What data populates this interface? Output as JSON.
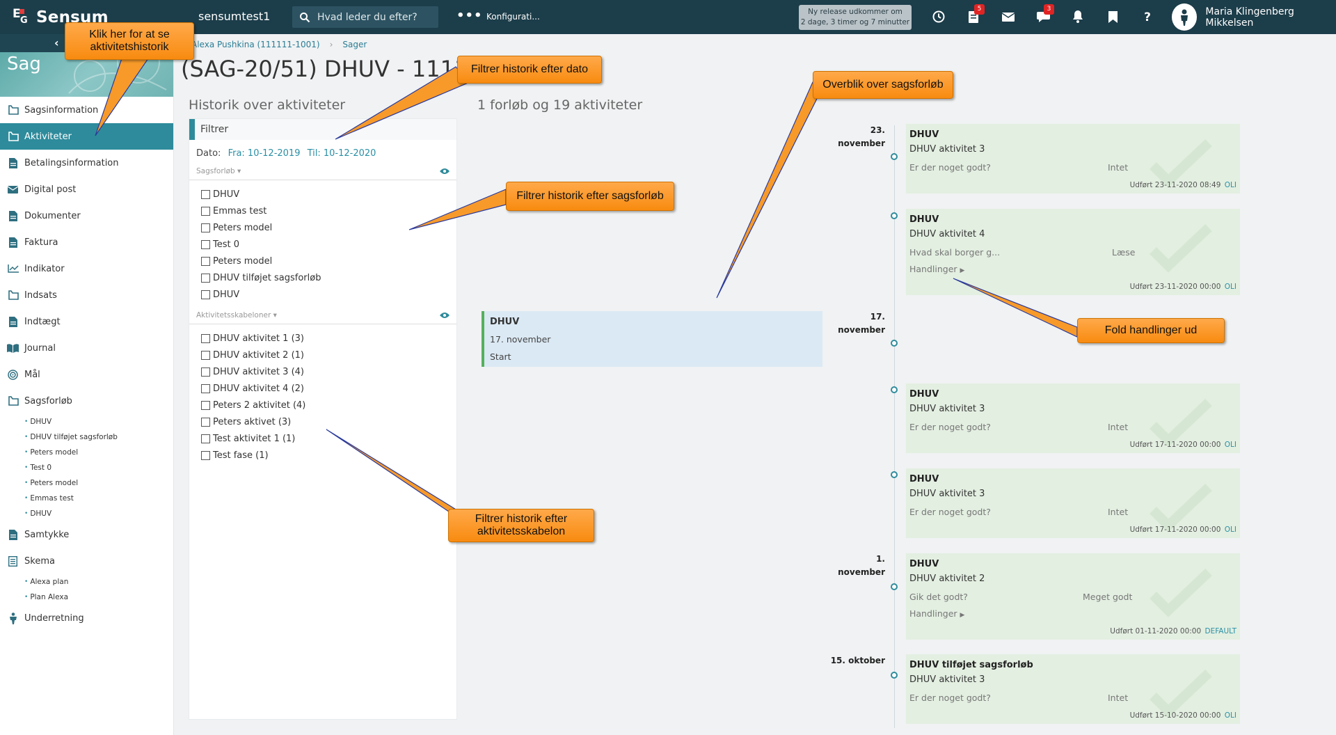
{
  "topbar": {
    "logo_e": "E",
    "logo_g": "G",
    "logo_text": "Sensum",
    "tenant": "sensumtest1",
    "search_placeholder": "Hvad leder du efter?",
    "more_label": "•••",
    "config_label": "Konfigurati...",
    "release_line1": "Ny release udkommer om",
    "release_line2": "2 dage, 3 timer og 7 minutter",
    "tasks_badge": "5",
    "messages_badge": "3",
    "user_name": "Maria Klingenberg Mikkelsen"
  },
  "sidebar": {
    "title": "Sag",
    "items": [
      {
        "label": "Sagsinformation",
        "icon": "case-icon"
      },
      {
        "label": "Aktiviteter",
        "icon": "activities-icon",
        "active": true
      },
      {
        "label": "Betalingsinformation",
        "icon": "document-icon"
      },
      {
        "label": "Digital post",
        "icon": "mail-icon"
      },
      {
        "label": "Dokumenter",
        "icon": "document-icon"
      },
      {
        "label": "Faktura",
        "icon": "document-icon"
      },
      {
        "label": "Indikator",
        "icon": "chart-icon"
      },
      {
        "label": "Indsats",
        "icon": "case-icon"
      },
      {
        "label": "Indtægt",
        "icon": "document-icon"
      },
      {
        "label": "Journal",
        "icon": "book-icon"
      },
      {
        "label": "Mål",
        "icon": "target-icon"
      },
      {
        "label": "Sagsforløb",
        "icon": "case-icon"
      }
    ],
    "sagsforloeb_sub": [
      "DHUV",
      "DHUV tilføjet sagsforløb",
      "Peters model",
      "Test 0",
      "Peters model",
      "Emmas test",
      "DHUV"
    ],
    "samtykke": "Samtykke",
    "skema": "Skema",
    "skema_sub": [
      "Alexa plan",
      "Plan Alexa"
    ],
    "underretning": "Underretning"
  },
  "breadcrumb": {
    "person": "Alexa Pushkina (111111-1001)",
    "sager": "Sager"
  },
  "page_title": "(SAG-20/51) DHUV - 111111",
  "history_title": "Historik over aktiviteter",
  "filter": {
    "header": "Filtrer",
    "date_label": "Dato:",
    "date_from": "Fra: 10-12-2019",
    "date_to": "Til: 10-12-2020",
    "group1_label": "Sagsforløb",
    "group1_items": [
      "DHUV",
      "Emmas test",
      "Peters model",
      "Test 0",
      "Peters model",
      "DHUV tilføjet sagsforløb",
      "DHUV"
    ],
    "group2_label": "Aktivitetsskabeloner",
    "group2_items": [
      "DHUV aktivitet 1 (3)",
      "DHUV aktivitet 2 (1)",
      "DHUV aktivitet 3 (4)",
      "DHUV aktivitet 4 (2)",
      "Peters 2 aktivitet (4)",
      "Peters aktivet (3)",
      "Test aktivitet 1 (1)",
      "Test fase (1)"
    ]
  },
  "count_title": "1 forløb og 19 aktiviteter",
  "start_card": {
    "title": "DHUV",
    "date": "17. november",
    "label": "Start"
  },
  "timeline": {
    "dates": [
      {
        "day": "23.",
        "month": "november"
      },
      {
        "day": "17.",
        "month": "november"
      },
      {
        "day": "1.",
        "month": "november"
      },
      {
        "day": "15. oktober",
        "month": ""
      }
    ],
    "cards": [
      {
        "title": "DHUV",
        "sub": "DHUV aktivitet 3",
        "q": "Er der noget godt?",
        "a": "Intet",
        "handlinger": "",
        "foot": "Udført 23-11-2020 08:49",
        "who": "OLI"
      },
      {
        "title": "DHUV",
        "sub": "DHUV aktivitet 4",
        "q": "Hvad skal borger g...",
        "a": "Læse",
        "handlinger": "Handlinger",
        "foot": "Udført 23-11-2020 00:00",
        "who": "OLI"
      },
      {
        "title": "DHUV",
        "sub": "DHUV aktivitet 3",
        "q": "Er der noget godt?",
        "a": "Intet",
        "handlinger": "",
        "foot": "Udført 17-11-2020 00:00",
        "who": "OLI"
      },
      {
        "title": "DHUV",
        "sub": "DHUV aktivitet 3",
        "q": "Er der noget godt?",
        "a": "Intet",
        "handlinger": "",
        "foot": "Udført 17-11-2020 00:00",
        "who": "OLI"
      },
      {
        "title": "DHUV",
        "sub": "DHUV aktivitet 2",
        "q": "Gik det godt?",
        "a": "Meget godt",
        "handlinger": "Handlinger",
        "foot": "Udført 01-11-2020 00:00",
        "who": "DEFAULT"
      },
      {
        "title": "DHUV tilføjet sagsforløb",
        "sub": "DHUV aktivitet 3",
        "q": "Er der noget godt?",
        "a": "Intet",
        "handlinger": "",
        "foot": "Udført 15-10-2020 00:00",
        "who": "OLI"
      }
    ]
  },
  "callouts": {
    "c1_line1": "Klik her for at se",
    "c1_line2": "aktivitetshistorik",
    "c2": "Filtrer historik efter dato",
    "c3": "Filtrer historik efter sagsforløb",
    "c4_line1": "Filtrer historik efter",
    "c4_line2": "aktivitetsskabelon",
    "c5": "Overblik over sagsforløb",
    "c6": "Fold handlinger ud"
  },
  "colors": {
    "topbar": "#1c3d4a",
    "accent": "#2e8b9b",
    "card_green": "#e3efe1",
    "start_blue": "#dbe9f4",
    "callout_orange": "#f88b10",
    "badge_red": "#e02424"
  }
}
